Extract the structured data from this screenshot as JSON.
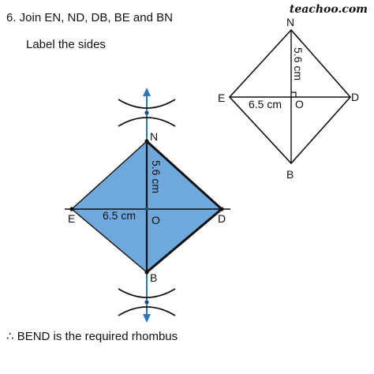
{
  "header": {
    "step": "6. Join EN, ND, DB, BE and BN",
    "sub": "Label the sides"
  },
  "brand": "teachoo.com",
  "footer": {
    "conclusion": "∴ BEND is the required rhombus"
  },
  "figure_small": {
    "vertices": {
      "n": "N",
      "e": "E",
      "d": "D",
      "b": "B",
      "o": "O"
    },
    "diag_horizontal": "6.5 cm",
    "diag_vertical": "5.6 cm"
  },
  "figure_main": {
    "vertices": {
      "n": "N",
      "e": "E",
      "d": "D",
      "b": "B",
      "o": "O"
    },
    "diag_horizontal": "6.5 cm",
    "diag_vertical": "5.6 cm"
  },
  "colors": {
    "fill": "#6fa8dc",
    "axis": "#2e75b6",
    "stroke": "#111111"
  }
}
